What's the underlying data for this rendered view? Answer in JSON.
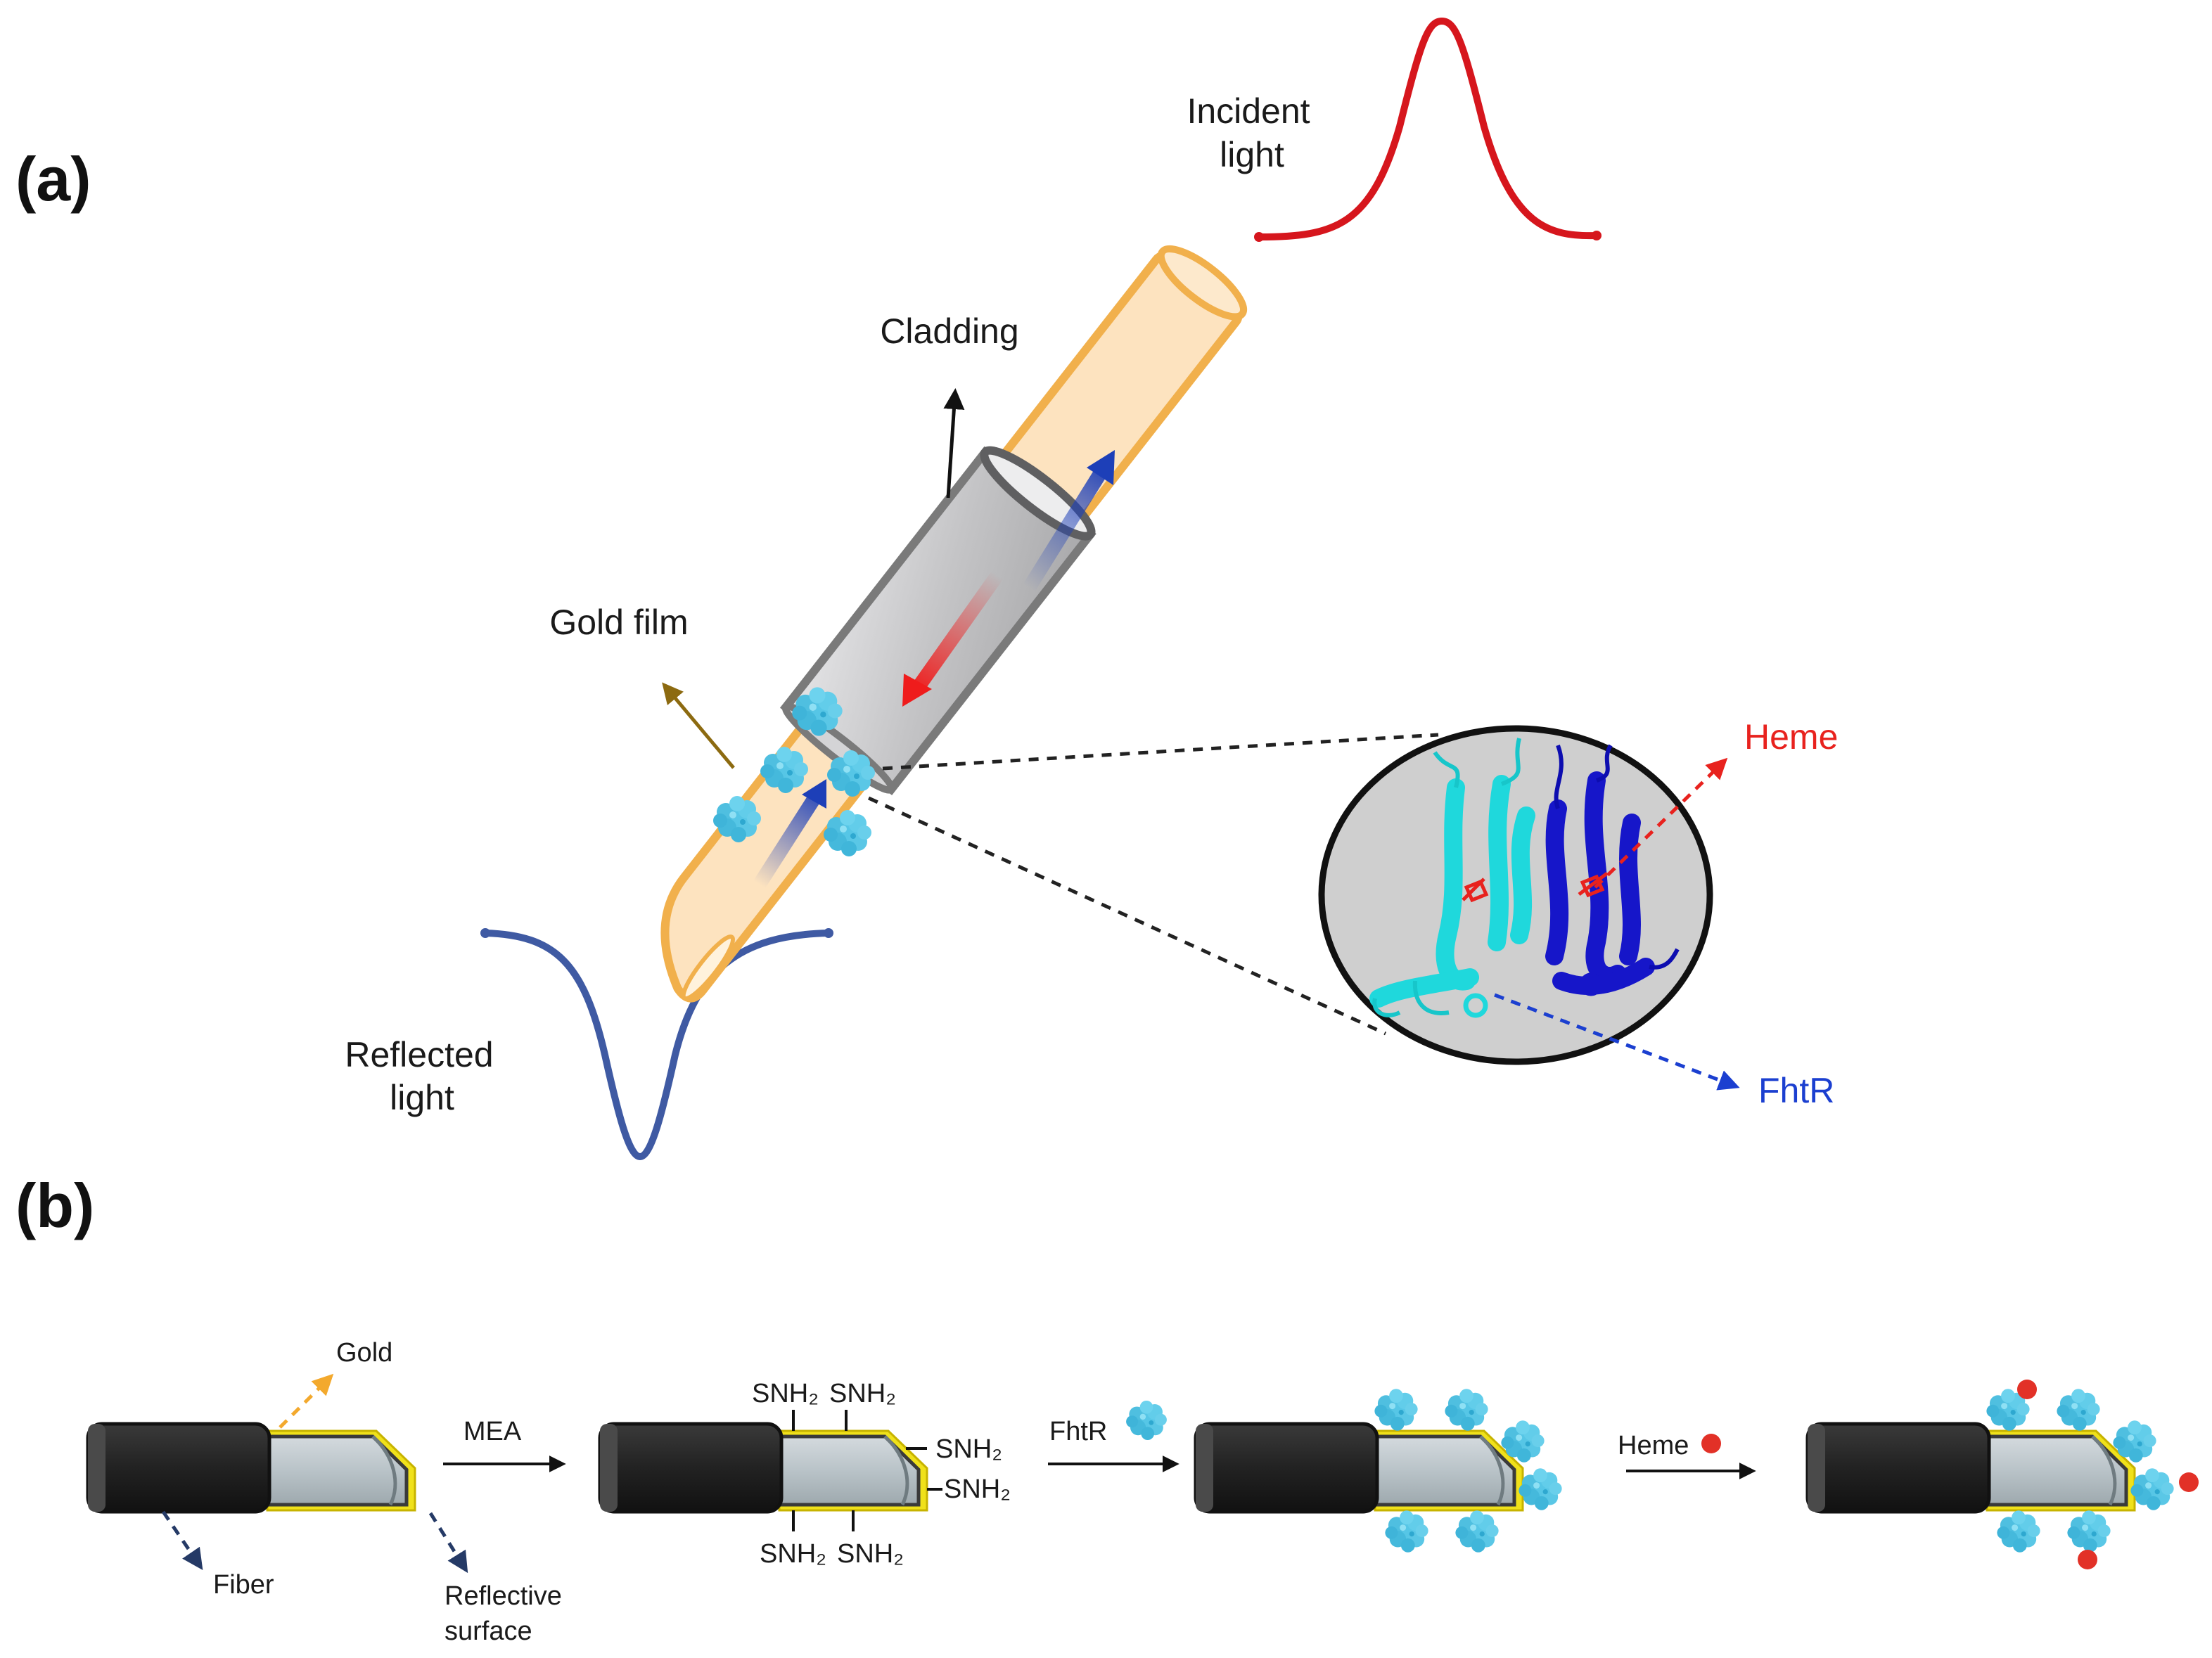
{
  "panel_a": {
    "label": "(a)",
    "incident_light": [
      "Incident",
      "light"
    ],
    "cladding": "Cladding",
    "gold_film": "Gold film",
    "reflected_light": [
      "Reflected",
      "light"
    ],
    "heme": "Heme",
    "fhtr": "FhtR"
  },
  "panel_b": {
    "label": "(b)",
    "gold": "Gold",
    "fiber": "Fiber",
    "reflective_surface": [
      "Reflective",
      "surface"
    ],
    "mea": "MEA",
    "snh2": "SNH₂",
    "fhtr": "FhtR",
    "heme": "Heme"
  },
  "colors": {
    "incident": "#d6161d",
    "reflected": "#3f5aa3",
    "fiber_core": "#fde3bf",
    "fiber_edge": "#f1b04c",
    "cladding": "#c8c8ca",
    "protein": "#56c6e6",
    "gold": "#f0e11a",
    "heme": "#e23127",
    "fhtr_blue": "#1b3fd0"
  }
}
